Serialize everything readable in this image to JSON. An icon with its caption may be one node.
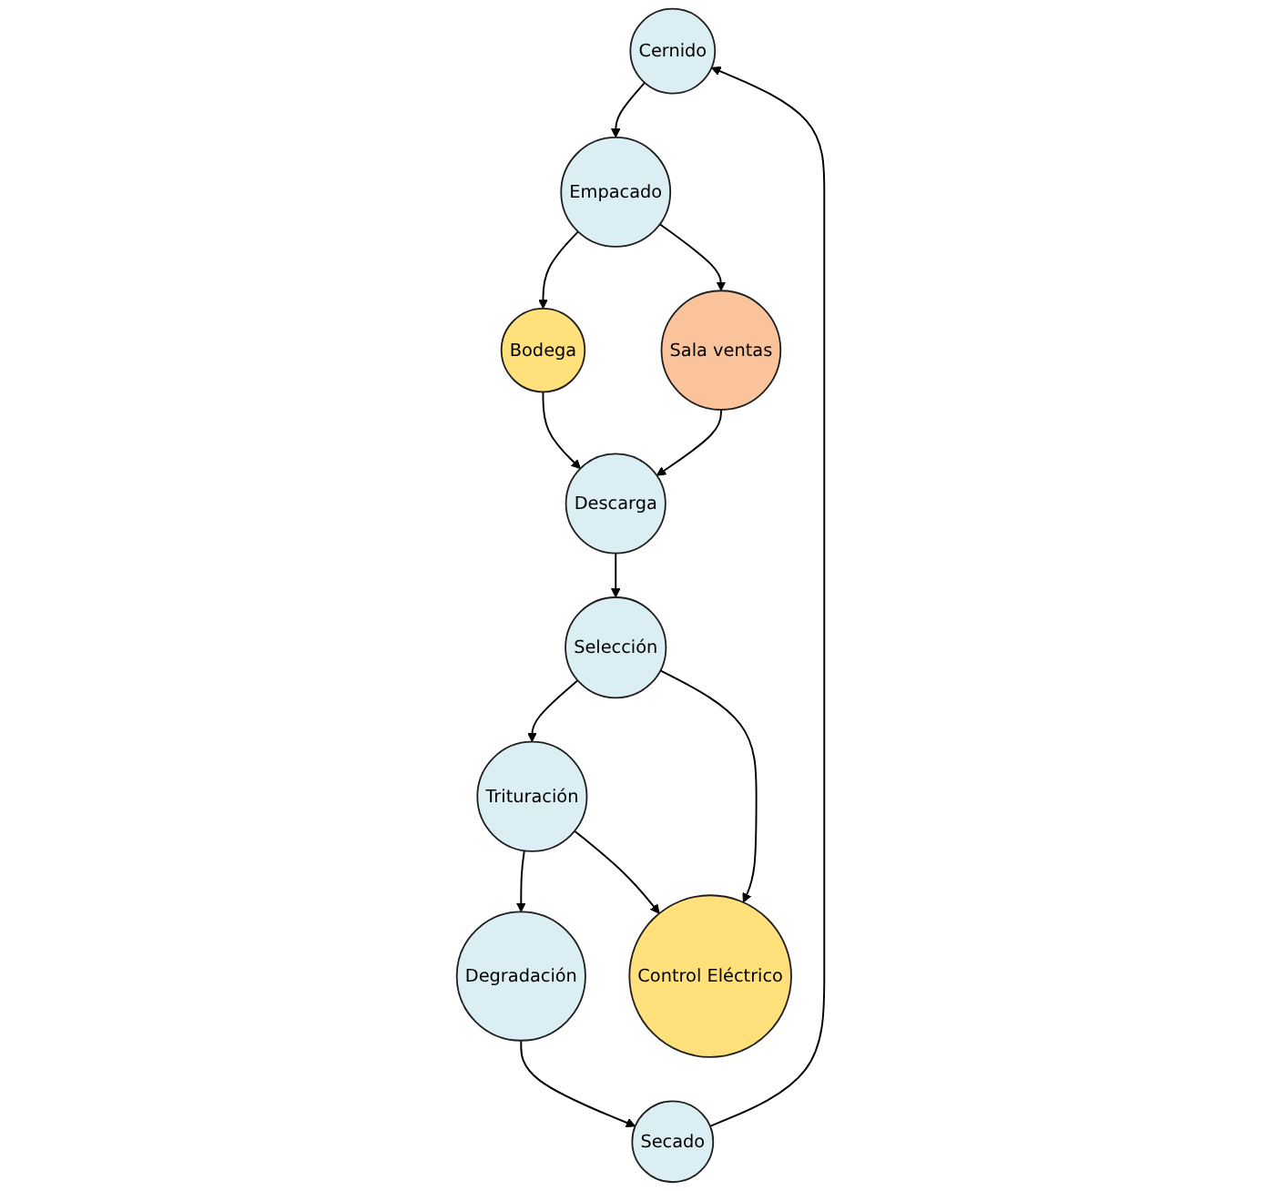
{
  "diagram": {
    "nodes": [
      {
        "text": [
          "Cernido"
        ]
      },
      {
        "text": [
          "Secado"
        ]
      },
      {
        "text": [
          "Degradación"
        ]
      },
      {
        "text": [
          "Empacado"
        ]
      },
      {
        "text": [
          "Trituración"
        ]
      },
      {
        "text": [
          "Bodega"
        ]
      },
      {
        "text": [
          "Control Eléctrico"
        ]
      },
      {
        "text": [
          "Selección"
        ]
      },
      {
        "text": [
          "Sala ventas"
        ]
      },
      {
        "text": [
          "Descarga"
        ]
      }
    ],
    "edges": [
      {
        "from": 1,
        "to": 0,
        "arrow": "to"
      },
      {
        "from": 2,
        "to": 1,
        "arrow": "to"
      },
      {
        "from": 4,
        "to": 2,
        "arrow": "to"
      },
      {
        "from": 0,
        "to": 3,
        "arrow": "to"
      },
      {
        "from": 3,
        "to": 5,
        "arrow": "to"
      },
      {
        "from": 3,
        "to": 8,
        "arrow": "to"
      },
      {
        "from": 4,
        "to": 6,
        "arrow": "to"
      },
      {
        "from": 7,
        "to": 6,
        "arrow": "to"
      },
      {
        "from": 7,
        "to": 4,
        "arrow": "to"
      },
      {
        "from": 5,
        "to": 9,
        "arrow": "to"
      },
      {
        "from": 8,
        "to": 9,
        "arrow": "to"
      },
      {
        "from": 9,
        "to": 7,
        "arrow": "to"
      }
    ]
  }
}
